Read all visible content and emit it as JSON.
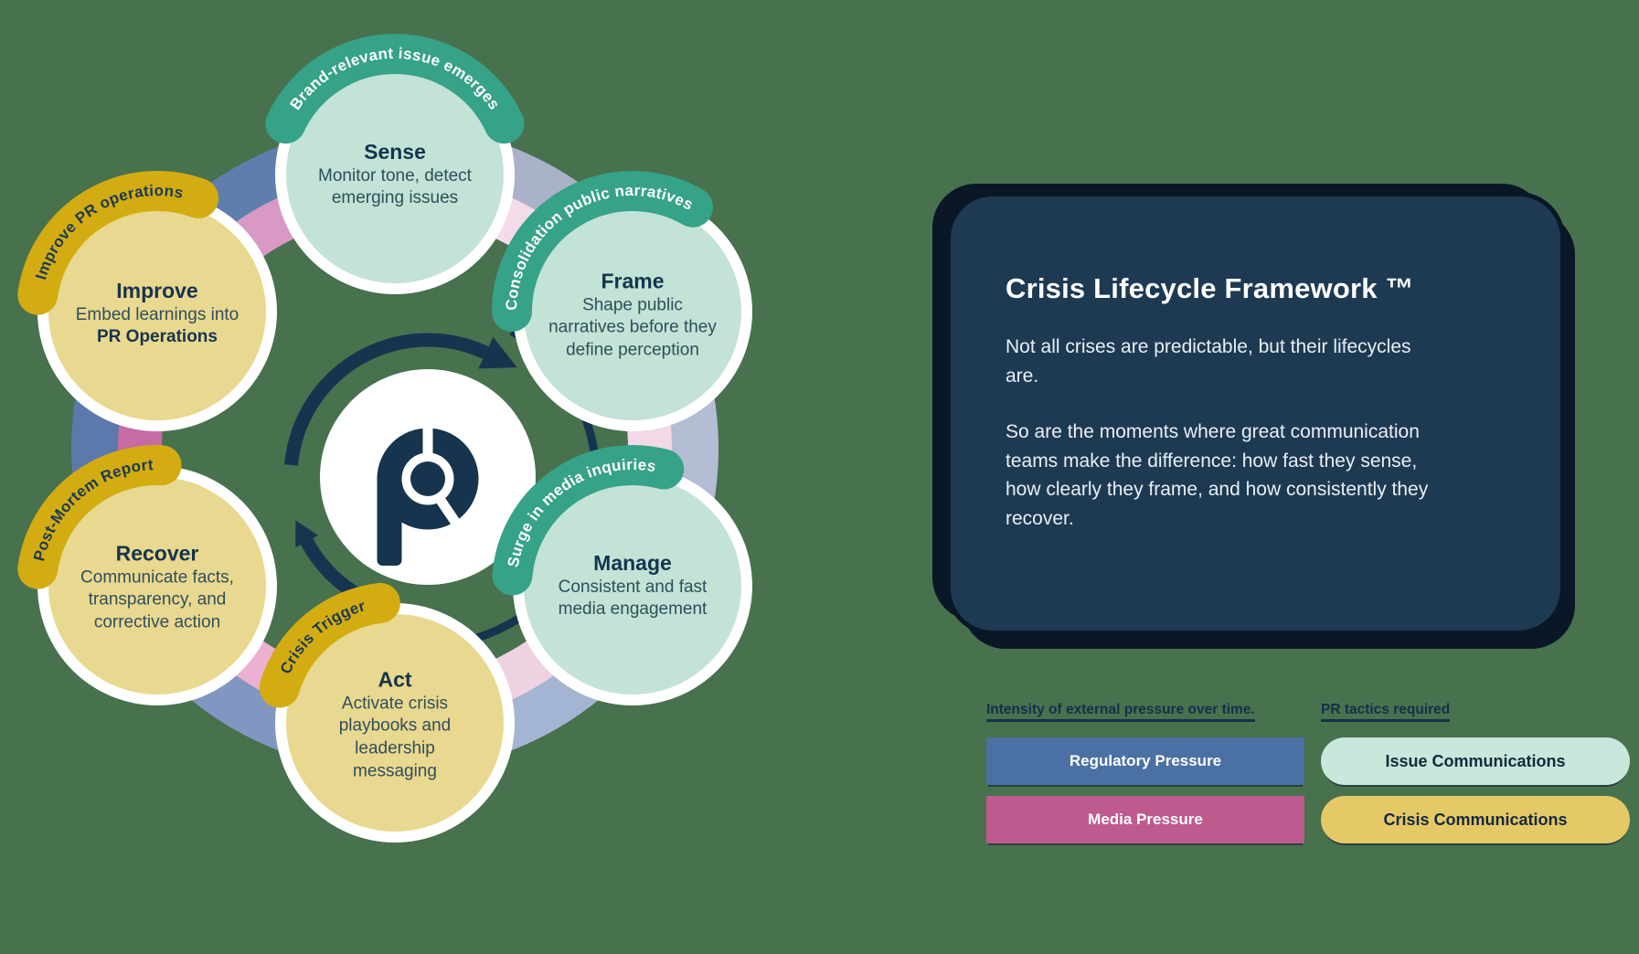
{
  "background_color": "#48714e",
  "colors": {
    "navy": "#16344e",
    "card_bg": "#1e3a52",
    "card_rim": "#0a1726",
    "mint_circle": "#c3e3d6",
    "khaki_circle": "#e9d88f",
    "teal_arc": "#36a287",
    "mustard_arc": "#d3ac12",
    "ring_blue_strong": "#5e7fae",
    "ring_pink_strong": "#d89ac4",
    "ring_magenta": "#c66ba4",
    "ring_blue_muted": "#a9b2c9",
    "ring_pink_muted": "#f3dce9"
  },
  "stages": [
    {
      "title": "Sense",
      "desc_normal": "Monitor tone, detect emerging issues",
      "desc_bold": "",
      "arc_label": "Brand-relevant issue emerges",
      "circle_color": "#c3e3d6",
      "arc_color": "#36a287"
    },
    {
      "title": "Frame",
      "desc_normal": "Shape public narratives before they define perception",
      "desc_bold": "",
      "arc_label": "Consolidation public narratives",
      "circle_color": "#c3e3d6",
      "arc_color": "#36a287"
    },
    {
      "title": "Manage",
      "desc_normal": "Consistent and fast media engagement",
      "desc_bold": "",
      "arc_label": "Surge in media inquiries",
      "circle_color": "#c3e3d6",
      "arc_color": "#36a287"
    },
    {
      "title": "Act",
      "desc_normal": "Activate crisis playbooks and leadership messaging",
      "desc_bold": "",
      "arc_label": "Crisis Trigger",
      "circle_color": "#e9d88f",
      "arc_color": "#d3ac12"
    },
    {
      "title": "Recover",
      "desc_normal": "Communicate facts, transparency, and corrective action",
      "desc_bold": "",
      "arc_label": "Post-Mortem Report",
      "circle_color": "#e9d88f",
      "arc_color": "#d3ac12"
    },
    {
      "title": "Improve",
      "desc_normal": "Embed learnings into ",
      "desc_bold": "PR Operations",
      "arc_label": "Improve PR operations",
      "circle_color": "#e9d88f",
      "arc_color": "#d3ac12"
    }
  ],
  "center": {
    "logo_icon": "prowly-p-logo",
    "arrows_icon": "cycle-arrows"
  },
  "card": {
    "title": "Crisis Lifecycle Framework ™",
    "paragraphs": [
      "Not all crises are predictable, but their lifecycles are.",
      "So are the moments where great communication teams make the difference: how fast they sense, how clearly they frame, and how consistently they recover."
    ]
  },
  "legend": {
    "pressure": {
      "header": "Intensity of external pressure over time.",
      "items": [
        {
          "label": "Regulatory Pressure",
          "color": "#4b70a3"
        },
        {
          "label": "Media Pressure",
          "color": "#bf5a8f"
        }
      ]
    },
    "tactics": {
      "header": "PR tactics required",
      "items": [
        {
          "label": "Issue Communications",
          "color": "#c9e7da"
        },
        {
          "label": "Crisis Communications",
          "color": "#e6c967"
        }
      ]
    }
  }
}
